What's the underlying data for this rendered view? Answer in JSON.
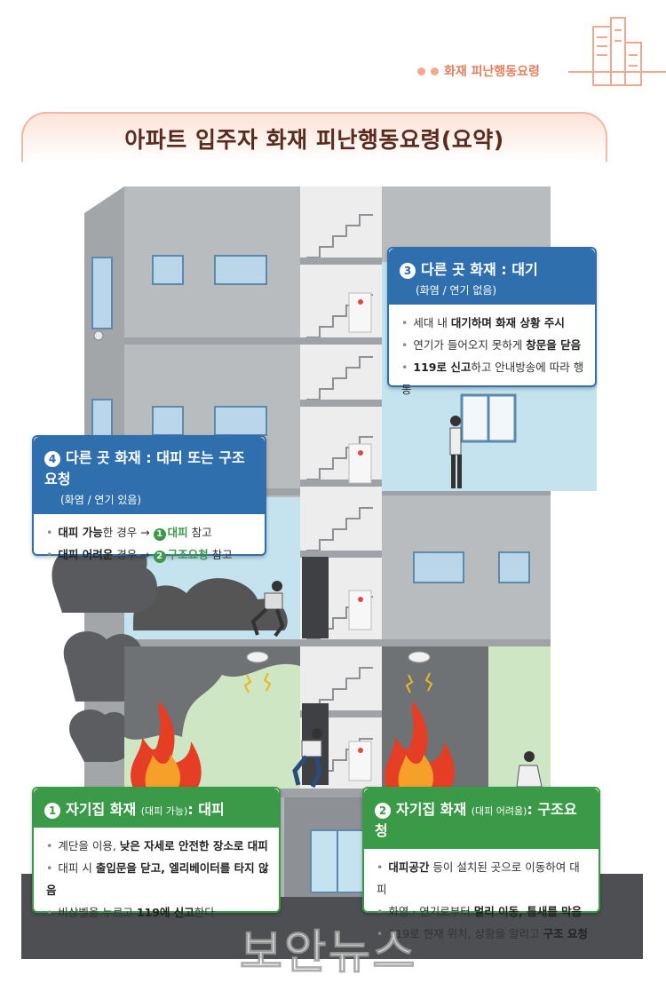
{
  "header": {
    "tag": "화재 피난행동요령",
    "title": "아파트 입주자 화재 피난행동요령(요약)"
  },
  "callouts": {
    "c3": {
      "num": "3",
      "title": "다른 곳 화재 : 대기",
      "subtitle": "(화염 / 연기 없음)",
      "items": [
        {
          "pre": "세대 내 ",
          "bold": "대기하며 화재 상황 주시",
          "post": ""
        },
        {
          "pre": "연기가 들어오지 못하게 ",
          "bold": "창문을 닫음",
          "post": ""
        },
        {
          "pre": "",
          "bold": "119로 신고",
          "post": "하고 안내방송에 따라 행동"
        }
      ]
    },
    "c4": {
      "num": "4",
      "title": "다른 곳 화재 : 대피 또는 구조요청",
      "subtitle": "(화염 / 연기 있음)",
      "items": [
        {
          "bold": "대피 가능",
          "mid": "한 경우 → ",
          "ref_num": "1",
          "ref": "대피",
          "post": " 참고"
        },
        {
          "bold": "대피 어려운",
          "mid": " 경우 → ",
          "ref_num": "2",
          "ref": "구조요청",
          "post": " 참고"
        }
      ]
    },
    "c1": {
      "num": "1",
      "title": "자기집 화재",
      "qual": "(대피 가능)",
      "action": ":  대피",
      "items": [
        {
          "pre": "계단을 이용, ",
          "bold": "낮은 자세로 안전한 장소로 대피",
          "post": ""
        },
        {
          "pre": "대피 시 ",
          "bold": "출입문을 닫고, 엘리베이터를 타지 않음",
          "post": ""
        },
        {
          "pre": "비상벨을 누르고 ",
          "bold": "119에 신고",
          "post": "한다"
        }
      ]
    },
    "c2": {
      "num": "2",
      "title": "자기집 화재",
      "qual": "(대피 어려움)",
      "action": ":  구조요청",
      "items": [
        {
          "pre": "",
          "bold": "대피공간",
          "post": " 등이 설치된 곳으로 이동하여 대피"
        },
        {
          "pre": "화염 · 연기로부터 ",
          "bold": "멀리 이동, 틈새를 막음",
          "post": ""
        },
        {
          "pre": "119로 현재 위치, 상황을 알리고 ",
          "bold": "구조 요청",
          "post": ""
        }
      ]
    }
  },
  "watermark": "보안뉴스",
  "colors": {
    "accent_orange": "#e3805f",
    "blue": "#2f6fae",
    "green": "#3a9a48",
    "building_gray": "#b9bcbf"
  }
}
